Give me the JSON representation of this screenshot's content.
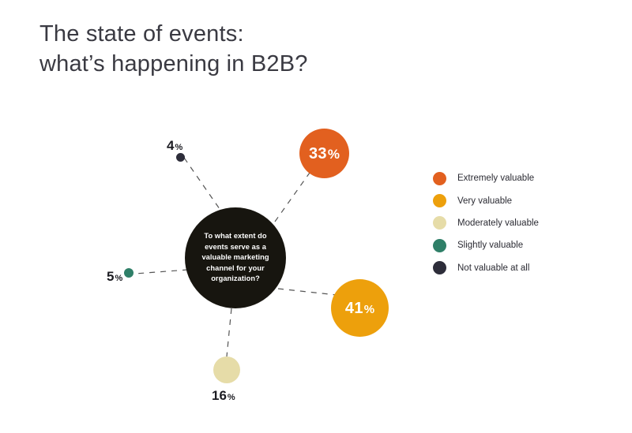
{
  "title": {
    "line1": "The state of events:",
    "line2": "what’s happening in B2B?"
  },
  "center": {
    "question": "To what extent do events serve as a valuable marketing channel for your organization?"
  },
  "legend": {
    "items": [
      {
        "label": "Extremely valuable",
        "color": "#e2601f"
      },
      {
        "label": "Very valuable",
        "color": "#eda00c"
      },
      {
        "label": "Moderately valuable",
        "color": "#e6dca8"
      },
      {
        "label": "Slightly valuable",
        "color": "#2f7f68"
      },
      {
        "label": "Not valuable at all",
        "color": "#2d2d3a"
      }
    ]
  },
  "bubbles": {
    "extremely": {
      "value": "33",
      "percent": "%",
      "color": "#e2601f"
    },
    "very": {
      "value": "41",
      "percent": "%",
      "color": "#eda00c"
    },
    "moderately": {
      "value": "16",
      "percent": "%",
      "color": "#e6dca8"
    },
    "slightly": {
      "value": "5",
      "percent": "%",
      "color": "#2f7f68"
    },
    "not_valuable": {
      "value": "4",
      "percent": "%",
      "color": "#2d2d3a"
    }
  },
  "chart_data": {
    "type": "pie",
    "title": "To what extent do events serve as a valuable marketing channel for your organization?",
    "xlabel": "",
    "ylabel": "",
    "categories": [
      "Extremely valuable",
      "Very valuable",
      "Moderately valuable",
      "Slightly valuable",
      "Not valuable at all"
    ],
    "values": [
      33,
      41,
      16,
      5,
      4
    ],
    "unit": "%",
    "colors": [
      "#e2601f",
      "#eda00c",
      "#e6dca8",
      "#2f7f68",
      "#2d2d3a"
    ],
    "legend_position": "right",
    "grid": false,
    "notes": "Bubble chart: circle area scaled to percentage, radiating from a central question hub with dashed connector lines."
  }
}
